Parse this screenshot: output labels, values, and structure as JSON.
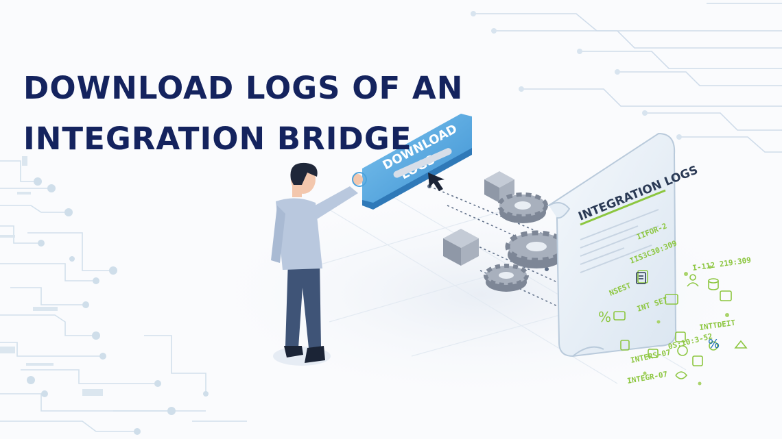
{
  "title": {
    "line1": "DOWNLOAD LOGS OF AN",
    "line2": "INTEGRATION BRIDGE"
  },
  "download_button": {
    "label_line1": "DOWNLOAD",
    "label_line2": "LOGS"
  },
  "log_document": {
    "heading": "INTEGRATION LOGS",
    "entries": [
      "NSEST",
      "INTEGR-07",
      "I-112 219:309",
      "INTTDEIT",
      "INTERS-07",
      "IIS3C30:309",
      "INT SET",
      "0S:10:3-52",
      "IIFOR-2"
    ]
  },
  "icons": {
    "icon1": "percent-icon",
    "icon2": "gear-icon",
    "icon3": "cube-icon",
    "icon4": "cursor-arrow-icon",
    "icon5": "document-icon",
    "icon6": "person-icon",
    "icon7": "database-icon"
  },
  "colors": {
    "title": "#14235e",
    "button": "#4ea3dc",
    "button_shadow": "#2f79b8",
    "accent_green": "#8cc63f",
    "gear": "#8e97a6",
    "circuit": "#cfe0ee",
    "shirt": "#b9c8de",
    "pants": "#3f5477"
  }
}
